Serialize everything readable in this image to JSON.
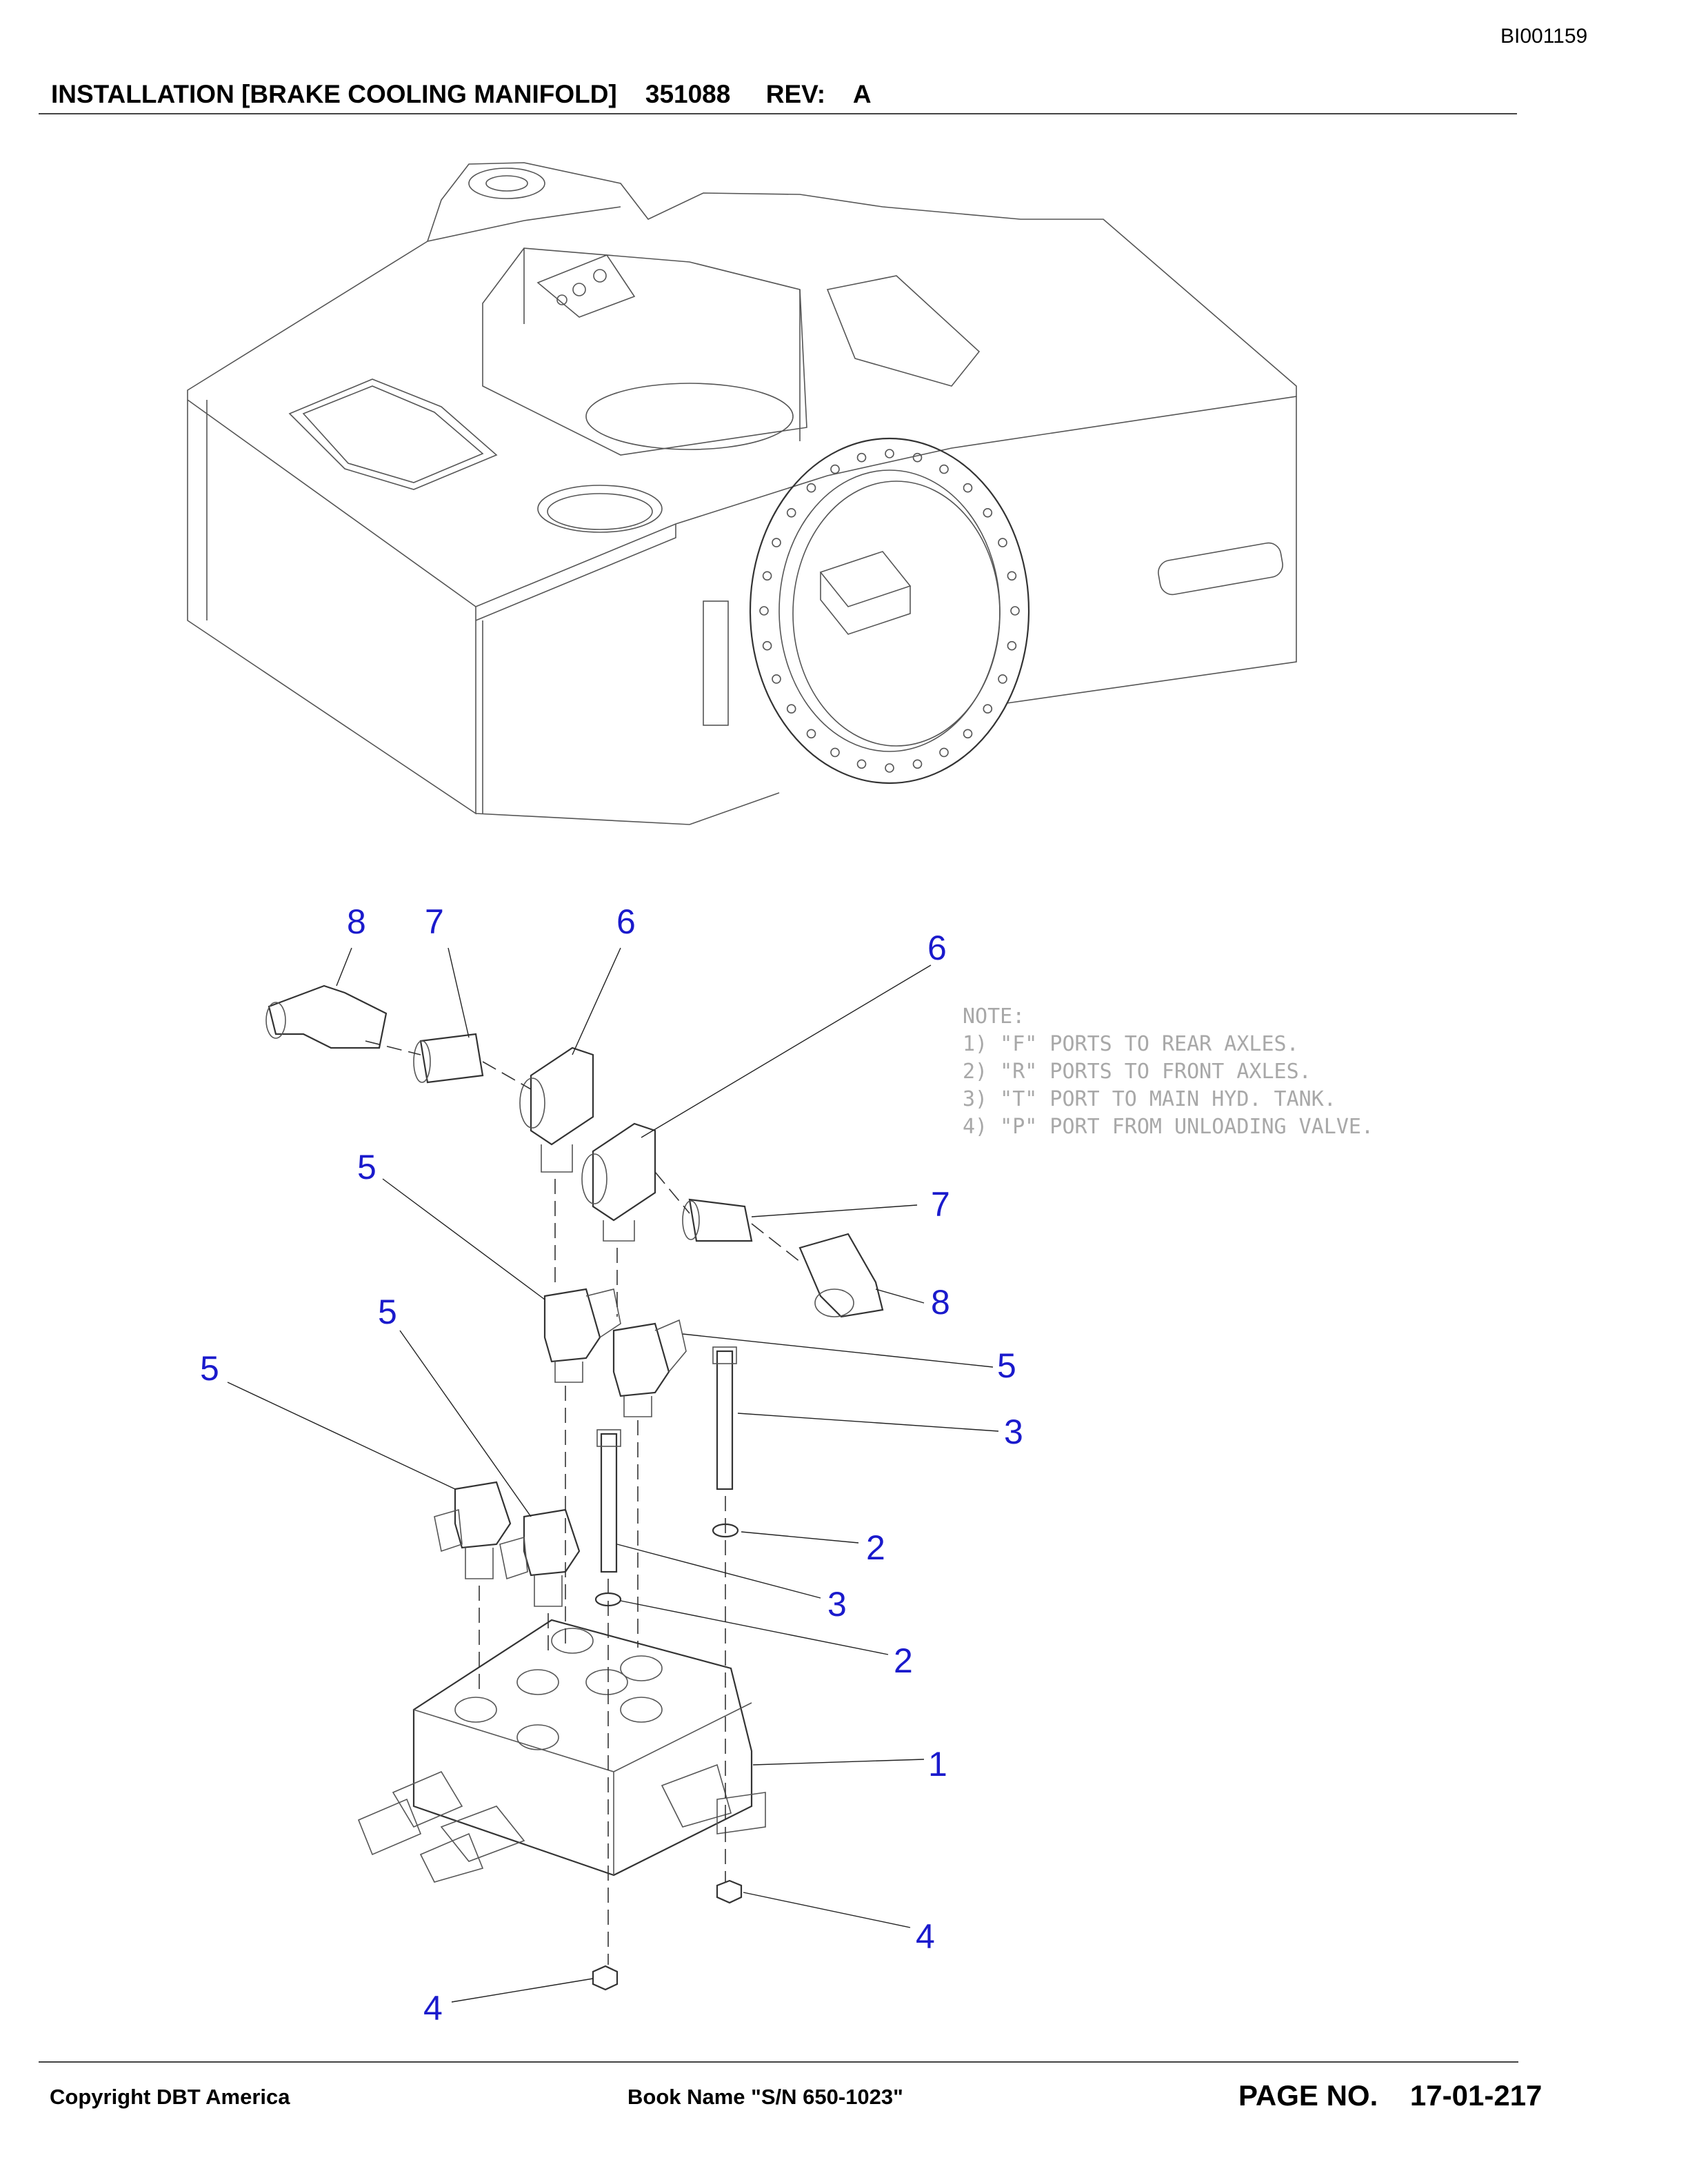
{
  "header": {
    "doc_id": "BI001159",
    "title": "INSTALLATION [BRAKE COOLING MANIFOLD]    351088     REV:    A"
  },
  "note": {
    "heading": "NOTE:",
    "lines": [
      "1) \"F\" PORTS TO REAR AXLES.",
      "2) \"R\" PORTS TO FRONT AXLES.",
      "3) \"T\" PORT TO MAIN HYD. TANK.",
      "4) \"P\" PORT FROM UNLOADING VALVE."
    ]
  },
  "callouts": [
    "8",
    "7",
    "6",
    "6",
    "5",
    "7",
    "8",
    "5",
    "5",
    "5",
    "3",
    "2",
    "3",
    "2",
    "1",
    "4",
    "4"
  ],
  "footer": {
    "copyright": "Copyright DBT America",
    "book": "Book Name \"S/N 650-1023\"",
    "page": "PAGE NO.    17-01-217"
  }
}
